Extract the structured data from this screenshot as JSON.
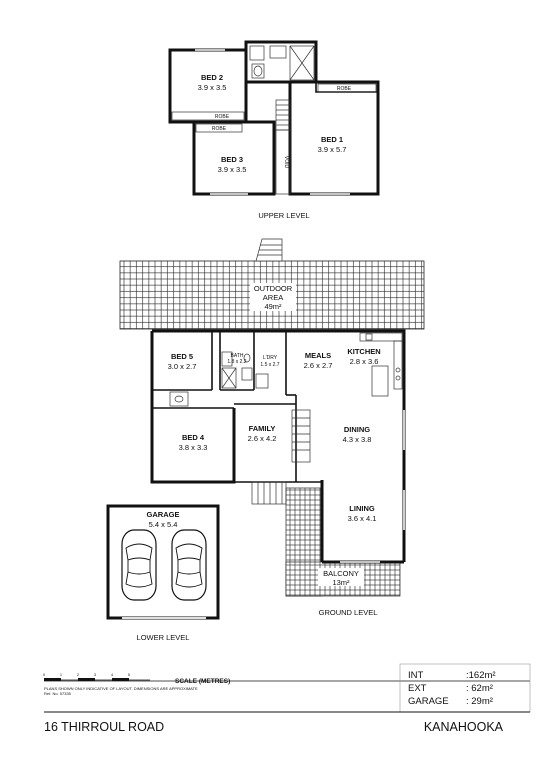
{
  "rooms": {
    "bed2": {
      "name": "BED 2",
      "dim": "3.9 x 3.5"
    },
    "bed3": {
      "name": "BED 3",
      "dim": "3.9 x 3.5"
    },
    "bed1": {
      "name": "BED 1",
      "dim": "3.9 x 5.7"
    },
    "robe_bed2": {
      "name": "ROBE"
    },
    "robe_bed3": {
      "name": "ROBE"
    },
    "robe_bed1": {
      "name": "ROBE"
    },
    "void": {
      "name": "VOID"
    },
    "outdoor": {
      "name": "OUTDOOR",
      "sub": "AREA",
      "dim": "49m²"
    },
    "bed5": {
      "name": "BED 5",
      "dim": "3.0 x 2.7"
    },
    "bath": {
      "name": "BATH",
      "dim": "1.8 x 2.2"
    },
    "ldry": {
      "name": "L'DRY",
      "dim": "1.5 x 2.7"
    },
    "meals": {
      "name": "MEALS",
      "dim": "2.6 x 2.7"
    },
    "kitchen": {
      "name": "KITCHEN",
      "dim": "2.8 x 3.6"
    },
    "bed4": {
      "name": "BED 4",
      "dim": "3.8 x 3.3"
    },
    "family": {
      "name": "FAMILY",
      "dim": "2.6 x 4.2"
    },
    "dining": {
      "name": "DINING",
      "dim": "4.3 x 3.8"
    },
    "lining": {
      "name": "LINING",
      "dim": "3.6 x 4.1"
    },
    "balcony": {
      "name": "BALCONY",
      "dim": "13m²"
    },
    "garage": {
      "name": "GARAGE",
      "dim": "5.4 x 5.4"
    }
  },
  "levels": {
    "upper": "UPPER LEVEL",
    "ground": "GROUND LEVEL",
    "lower": "LOWER LEVEL"
  },
  "scale": {
    "title": "SCALE (METRES)",
    "ticks": [
      "0",
      "1",
      "2",
      "3",
      "4",
      "5"
    ]
  },
  "disclaimer": {
    "line1": "PLANS SHOWN ONLY INDICATIVE OF LAYOUT. DIMENSIONS ARE APPROXIMATE",
    "line2": "Ref. No. 57335"
  },
  "areas": [
    {
      "label": "INT",
      "value": ":162m²"
    },
    {
      "label": "EXT",
      "value": ": 62m²"
    },
    {
      "label": "GARAGE",
      "value": ": 29m²"
    }
  ],
  "footer": {
    "address": "16 THIRROUL ROAD",
    "suburb": "KANAHOOKA"
  }
}
